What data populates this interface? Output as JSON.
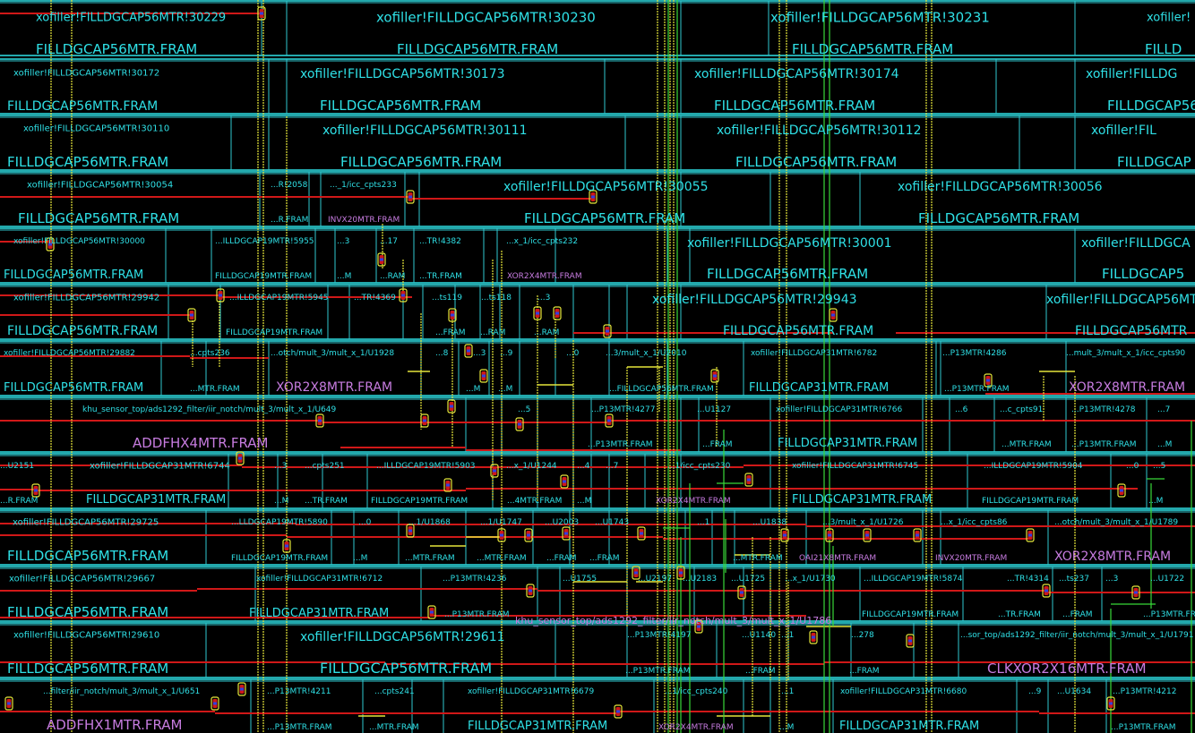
{
  "colors": {
    "background": "#000000",
    "cell_outline": "#2fc8d0",
    "row_line": "#2fe0e6",
    "metal_red": "#d01818",
    "metal_yellow": "#e6e63a",
    "metal_green": "#38d838",
    "via_blue": "#3040e0",
    "label_cyan": "#2fe0e6",
    "label_magenta": "#c77ce0"
  },
  "rows": [
    {
      "instances": [
        "xofiller!FILLDGCAP56MTR!30229",
        "xofiller!FILLDGCAP56MTR!30230",
        "xofiller!FILLDGCAP56MTR!30231",
        "xofiller!"
      ],
      "masters": [
        "FILLDGCAP56MTR.FRAM",
        "FILLDGCAP56MTR.FRAM",
        "FILLDGCAP56MTR.FRAM",
        "FILLD"
      ]
    },
    {
      "instances": [
        "xofiller!FILLDGCAP56MTR!30172",
        "xofiller!FILLDGCAP56MTR!30173",
        "xofiller!FILLDGCAP56MTR!30174",
        "xofiller!FILLDG"
      ],
      "masters": [
        "FILLDGCAP56MTR.FRAM",
        "FILLDGCAP56MTR.FRAM",
        "FILLDGCAP56MTR.FRAM",
        "FILLDGCAP56"
      ]
    },
    {
      "instances": [
        "xofiller!FILLDGCAP56MTR!30110",
        "xofiller!FILLDGCAP56MTR!30111",
        "xofiller!FILLDGCAP56MTR!30112",
        "xofiller!FIL"
      ],
      "masters": [
        "FILLDGCAP56MTR.FRAM",
        "FILLDGCAP56MTR.FRAM",
        "FILLDGCAP56MTR.FRAM",
        "FILLDGCAP"
      ]
    },
    {
      "instances": [
        "xofiller!FILLDGCAP56MTR!30054",
        "...R!2058",
        "..._1/icc_cpts233",
        "xofiller!FILLDGCAP56MTR!30055",
        "xofiller!FILLDGCAP56MTR!30056"
      ],
      "masters": [
        "FILLDGCAP56MTR.FRAM",
        "...R.FRAM",
        "INVX20MTR.FRAM",
        "FILLDGCAP56MTR.FRAM",
        "FILLDGCAP56MTR.FRAM"
      ]
    },
    {
      "instances": [
        "xofiller!FILLDGCAP56MTR!30000",
        "...ILLDGCAP19MTR!5955",
        "...3",
        "...17",
        "...TR!4382",
        "...x_1/icc_cpts232",
        "xofiller!FILLDGCAP56MTR!30001",
        "xofiller!FILLDGCA"
      ],
      "masters": [
        "FILLDGCAP56MTR.FRAM",
        "FILLDGCAP19MTR.FRAM",
        "...M",
        "...RAM",
        "...TR.FRAM",
        "XOR2X4MTR.FRAM",
        "FILLDGCAP56MTR.FRAM",
        "FILLDGCAP5"
      ]
    },
    {
      "instances": [
        "xofiller!FILLDGCAP56MTR!29942",
        "...ILLDGCAP19MTR!5945",
        "...TR!4369",
        "...ts119",
        "...ts118",
        "...3",
        "xofiller!FILLDGCAP56MTR!29943",
        "xofiller!FILLDGCAP56MTR"
      ],
      "masters": [
        "FILLDGCAP56MTR.FRAM",
        "FILLDGCAP19MTR.FRAM",
        "...FRAM",
        "...RAM",
        "...RAM",
        "FILLDGCAP56MTR.FRAM",
        "FILLDGCAP56MTR"
      ]
    },
    {
      "instances": [
        "xofiller!FILLDGCAP56MTR!29882",
        "...cpts236",
        "...otch/mult_3/mult_x_1/U1928",
        "...8",
        "...3",
        "...9",
        "...0",
        "...3/mult_x_1/U2010",
        "xofiller!FILLDGCAP31MTR!6782",
        "...P13MTR!4286",
        "...mult_3/mult_x_1/icc_cpts90"
      ],
      "masters": [
        "FILLDGCAP56MTR.FRAM",
        "...MTR.FRAM",
        "XOR2X8MTR.FRAM",
        "...M",
        "...M",
        "...FILLDGCAP56MTR.FRAM",
        "FILLDGCAP31MTR.FRAM",
        "...P13MTR.FRAM",
        "XOR2X8MTR.FRAM"
      ]
    },
    {
      "instances": [
        "khu_sensor_top/ads1292_filter/iir_notch/mult_3/mult_x_1/U649",
        "...5",
        "...P13MTR!4277",
        "...U1127",
        "xofiller!FILLDGCAP31MTR!6766",
        "...6",
        "...c_cpts91",
        "...P13MTR!4278",
        "...7"
      ],
      "masters": [
        "ADDFHX4MTR.FRAM",
        "...P13MTR.FRAM",
        "...FRAM",
        "FILLDGCAP31MTR.FRAM",
        "...MTR.FRAM",
        "...P13MTR.FRAM",
        "...M"
      ]
    },
    {
      "instances": [
        "...U2151",
        "xofiller!FILLDGCAP31MTR!6744",
        "...3",
        "...cpts251",
        "...ILLDGCAP19MTR!5903",
        "...x_1/U1244",
        "...4",
        "...7",
        "...1/icc_cpts230",
        "xofiller!FILLDGCAP31MTR!6745",
        "...ILLDGCAP19MTR!5904",
        "...0",
        "...5"
      ],
      "masters": [
        "...R.FRAM",
        "FILLDGCAP31MTR.FRAM",
        "...M",
        "...TR.FRAM",
        "FILLDGCAP19MTR.FRAM",
        "...4MTR.FRAM",
        "...M",
        "XOR2X4MTR.FRAM",
        "FILLDGCAP31MTR.FRAM",
        "FILLDGCAP19MTR.FRAM",
        "...M"
      ]
    },
    {
      "instances": [
        "xofiller!FILLDGCAP56MTR!29725",
        "...LLDGCAP19MTR!5890",
        "...0",
        "...1/U1868",
        "...1/U1747",
        "...U2003",
        "...U1743",
        "...1",
        "...U1838",
        "...3/mult_x_1/U1726",
        "...x_1/icc_cpts86",
        "...otch/mult_3/mult_x_1/U1789"
      ],
      "masters": [
        "FILLDGCAP56MTR.FRAM",
        "FILLDGCAP19MTR.FRAM",
        "...M",
        "...MTR.FRAM",
        "...MTR.FRAM",
        "...FRAM",
        "...FRAM",
        "...MTR.FRAM",
        "OAI21X8MTR.FRAM",
        "INVX20MTR.FRAM",
        "XOR2X8MTR.FRAM"
      ]
    },
    {
      "instances": [
        "xofiller!FILLDGCAP56MTR!29667",
        "xofiller!FILLDGCAP31MTR!6712",
        "...P13MTR!4236",
        "...U1755",
        "...U2197",
        "...U2183",
        "...U1725",
        "...x_1/U1730",
        "...ILLDGCAP19MTR!5874",
        "...TR!4314",
        "...ts237",
        "...3",
        "...U1722"
      ],
      "masters": [
        "FILLDGCAP56MTR.FRAM",
        "FILLDGCAP31MTR.FRAM",
        "...P13MTR.FRAM",
        "khu_sensor_top/ads1292_filter/iir_notch/mult_3/mult_x_1/U1786",
        "FILLDGCAP19MTR.FRAM",
        "...TR.FRAM",
        "...FRAM",
        "...P13MTR.FRAM"
      ]
    },
    {
      "instances": [
        "xofiller!FILLDGCAP56MTR!29610",
        "xofiller!FILLDGCAP56MTR!29611",
        "...P13MTR!4197",
        "...U1140",
        "...1",
        "...278",
        "...sor_top/ads1292_filter/iir_notch/mult_3/mult_x_1/U1791"
      ],
      "masters": [
        "FILLDGCAP56MTR.FRAM",
        "FILLDGCAP56MTR.FRAM",
        "...P13MTR.FRAM",
        "...FRAM",
        "...FRAM",
        "CLKXOR2X16MTR.FRAM"
      ]
    },
    {
      "instances": [
        "...filter/iir_notch/mult_3/mult_x_1/U651",
        "...P13MTR!4211",
        "...cpts241",
        "xofiller!FILLDGCAP31MTR!6679",
        "...1/icc_cpts240",
        "...1",
        "xofiller!FILLDGCAP31MTR!6680",
        "...9",
        "...U1634",
        "...P13MTR!4212"
      ],
      "masters": [
        "ADDFHX1MTR.FRAM",
        "...P13MTR.FRAM",
        "...MTR.FRAM",
        "FILLDGCAP31MTR.FRAM",
        "XOR2X4MTR.FRAM",
        "...M",
        "FILLDGCAP31MTR.FRAM",
        "...P13MTR.FRAM"
      ]
    }
  ]
}
